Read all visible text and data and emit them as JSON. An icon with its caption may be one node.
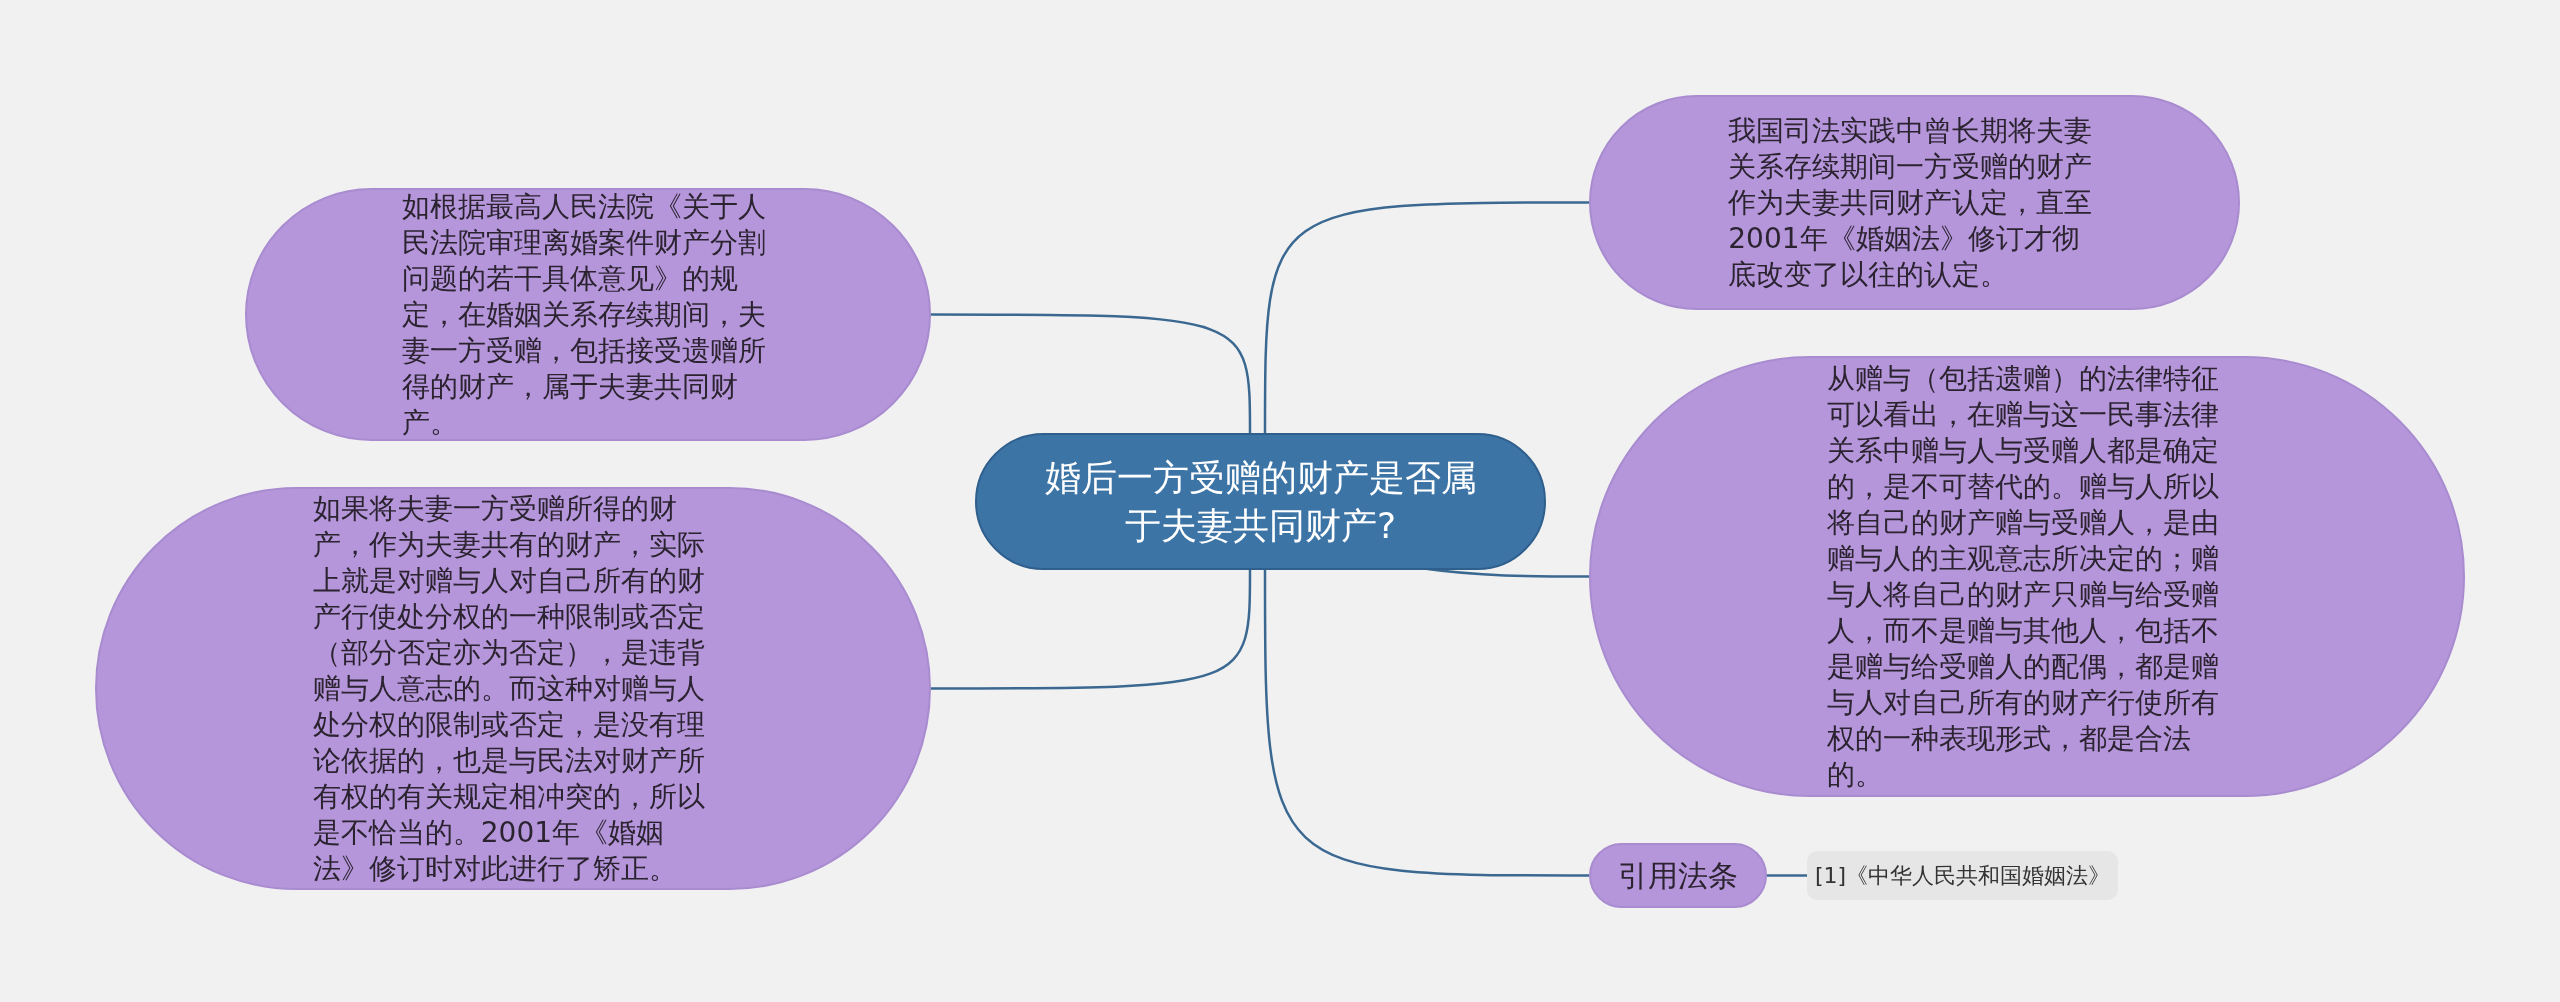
{
  "diagram": {
    "nodes": [
      {
        "text": [
          "婚后一方受赠的财产是否属于夫妻共同财产?"
        ]
      },
      {
        "text": [
          "如根据最高人民法院《关于人民法院审理离婚案件财产分割问题的若干具体意见》的规定，在婚姻关系存续期间，夫妻一方受赠，包括接受遗赠所得的财产，属于夫妻共同财产。"
        ]
      },
      {
        "text": [
          "如果将夫妻一方受赠所得的财产，作为夫妻共有的财产，实际上就是对赠与人对自己所有的财产行使处分权的一种限制或否定（部分否定亦为否定），是违背赠与人意志的。而这种对赠与人处分权的限制或否定，是没有理论依据的，也是与民法对财产所有权的有关规定相冲突的，所以是不恰当的。2001年《婚姻法》修订时对此进行了矫正。"
        ]
      },
      {
        "text": [
          "我国司法实践中曾长期将夫妻关系存续期间一方受赠的财产作为夫妻共同财产认定，直至2001年《婚姻法》修订才彻底改变了以往的认定。"
        ]
      },
      {
        "text": [
          "从赠与（包括遗赠）的法律特征可以看出，在赠与这一民事法律关系中赠与人与受赠人都是确定的，是不可替代的。赠与人所以将自己的财产赠与受赠人，是由赠与人的主观意志所决定的；赠与人将自己的财产只赠与给受赠人，而不是赠与其他人，包括不是赠与给受赠人的配偶，都是赠与人对自己所有的财产行使所有权的一种表现形式，都是合法的。"
        ]
      },
      {
        "text": [
          "引用法条"
        ]
      },
      {
        "text": [
          "[1]《中华人民共和国婚姻法》"
        ]
      }
    ],
    "edges": [
      {
        "from": 0,
        "to": 1,
        "arrow": "none"
      },
      {
        "from": 0,
        "to": 2,
        "arrow": "none"
      },
      {
        "from": 0,
        "to": 3,
        "arrow": "none"
      },
      {
        "from": 0,
        "to": 4,
        "arrow": "none"
      },
      {
        "from": 0,
        "to": 5,
        "arrow": "none"
      },
      {
        "from": 5,
        "to": 6,
        "arrow": "none"
      }
    ]
  }
}
